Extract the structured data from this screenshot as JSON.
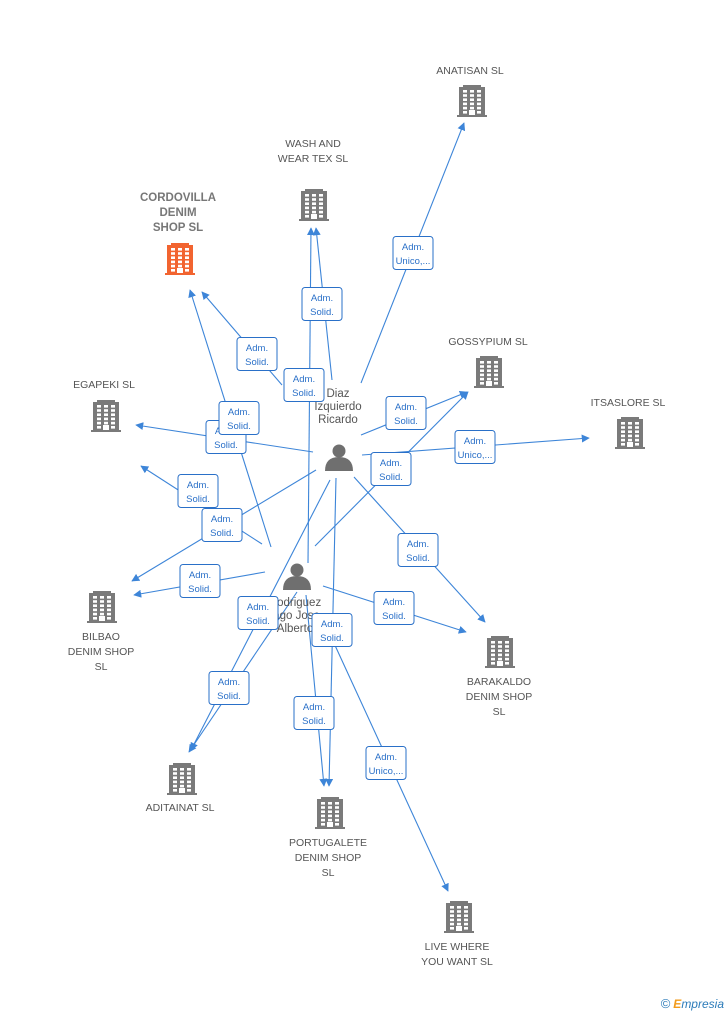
{
  "companies": [
    {
      "id": "cordovilla",
      "lines": [
        "CORDOVILLA",
        "DENIM",
        "SHOP  SL"
      ],
      "highlight": true
    },
    {
      "id": "wash",
      "lines": [
        "WASH AND",
        "WEAR TEX  SL"
      ]
    },
    {
      "id": "anatisan",
      "lines": [
        "ANATISAN  SL"
      ]
    },
    {
      "id": "gossypium",
      "lines": [
        "GOSSYPIUM SL"
      ]
    },
    {
      "id": "itsaslore",
      "lines": [
        "ITSASLORE  SL"
      ]
    },
    {
      "id": "egapeki",
      "lines": [
        "EGAPEKI  SL"
      ]
    },
    {
      "id": "bilbao",
      "lines": [
        "BILBAO",
        "DENIM SHOP",
        "SL"
      ]
    },
    {
      "id": "barakaldo",
      "lines": [
        "BARAKALDO",
        "DENIM SHOP",
        "SL"
      ]
    },
    {
      "id": "aditainat",
      "lines": [
        "ADITAINAT  SL"
      ]
    },
    {
      "id": "portugalete",
      "lines": [
        "PORTUGALETE",
        "DENIM SHOP",
        "SL"
      ]
    },
    {
      "id": "livewhere",
      "lines": [
        "LIVE WHERE",
        "YOU WANT  SL"
      ]
    }
  ],
  "persons": [
    {
      "id": "diaz",
      "lines": [
        "Diaz",
        "Izquierdo",
        "Ricardo"
      ]
    },
    {
      "id": "rodriguez",
      "lines": [
        "Rodriguez",
        "Iago Jose",
        "Alberto"
      ]
    }
  ],
  "edges": [
    {
      "from": "diaz",
      "to": "anatisan",
      "label": [
        "Adm.",
        "Unico,..."
      ]
    },
    {
      "from": "diaz",
      "to": "wash",
      "label": [
        "Adm.",
        "Solid."
      ]
    },
    {
      "from": "diaz",
      "to": "cordovilla",
      "label": [
        "Adm.",
        "Solid."
      ]
    },
    {
      "from": "diaz",
      "to": "egapeki",
      "label": [
        "Adm.",
        "Solid."
      ]
    },
    {
      "from": "diaz",
      "to": "gossypium",
      "label": [
        "Adm.",
        "Solid."
      ]
    },
    {
      "from": "diaz",
      "to": "itsaslore",
      "label": [
        "Adm.",
        "Unico,..."
      ]
    },
    {
      "from": "diaz",
      "to": "bilbao",
      "label": [
        "Adm.",
        "Solid."
      ]
    },
    {
      "from": "diaz",
      "to": "barakaldo",
      "label": [
        "Adm.",
        "Solid."
      ]
    },
    {
      "from": "diaz",
      "to": "aditainat",
      "label": [
        "Adm.",
        "Solid."
      ]
    },
    {
      "from": "diaz",
      "to": "portugalete",
      "label": [
        "Adm.",
        "Solid."
      ]
    },
    {
      "from": "rodriguez",
      "to": "wash",
      "label": [
        "Adm.",
        "Solid."
      ]
    },
    {
      "from": "rodriguez",
      "to": "cordovilla",
      "label": [
        "Adm.",
        "Solid."
      ]
    },
    {
      "from": "rodriguez",
      "to": "egapeki",
      "label": [
        "Adm.",
        "Solid."
      ]
    },
    {
      "from": "rodriguez",
      "to": "gossypium",
      "label": [
        "Adm.",
        "Solid."
      ]
    },
    {
      "from": "rodriguez",
      "to": "bilbao",
      "label": [
        "Adm.",
        "Solid."
      ]
    },
    {
      "from": "rodriguez",
      "to": "barakaldo",
      "label": [
        "Adm.",
        "Solid."
      ]
    },
    {
      "from": "rodriguez",
      "to": "aditainat",
      "label": [
        "Adm.",
        "Solid."
      ]
    },
    {
      "from": "rodriguez",
      "to": "portugalete",
      "label": [
        "Adm.",
        "Solid."
      ]
    },
    {
      "from": "rodriguez",
      "to": "livewhere",
      "label": [
        "Adm.",
        "Unico,..."
      ]
    }
  ],
  "colors": {
    "edge": "#3d85d8",
    "building": "#7a7a7a",
    "building_highlight": "#f26430",
    "person": "#6f6f6f"
  },
  "brand": {
    "copyright": "©",
    "initial": "E",
    "rest": "mpresia"
  }
}
